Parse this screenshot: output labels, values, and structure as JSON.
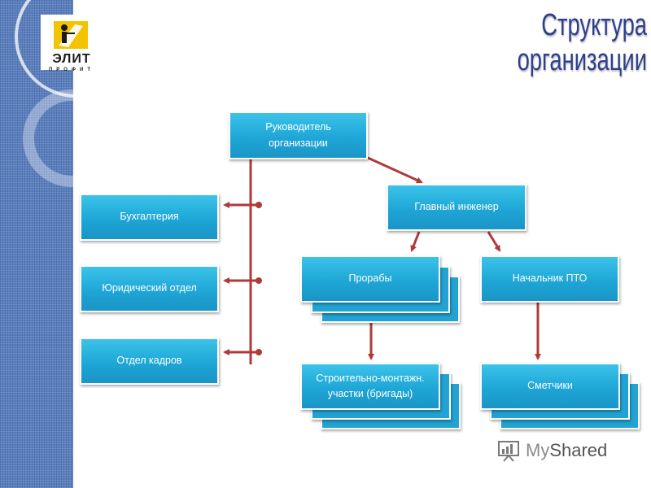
{
  "title": "Структура организации",
  "logo": {
    "name": "ЭЛИТ",
    "subtitle": "ПРОФИТ"
  },
  "nodes": {
    "director": "Руководитель организации",
    "accounting": "Бухгалтерия",
    "legal": "Юридический отдел",
    "hr": "Отдел кадров",
    "chief_engineer": "Главный инженер",
    "foremen": "Прорабы",
    "pto_head": "Начальник ПТО",
    "construction_sites": "Строительно-монтажн. участки (бригады)",
    "estimators": "Сметчики"
  },
  "watermark": {
    "prefix": "My",
    "suffix": "Shared"
  },
  "colors": {
    "node": "#1ea6d6",
    "connector": "#b03a3a",
    "title": "#2f3f8e"
  }
}
